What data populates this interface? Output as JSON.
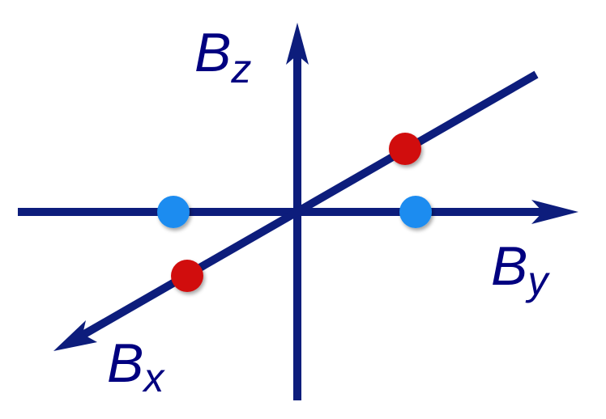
{
  "diagram": {
    "colors": {
      "axis": "#0d1d7c",
      "label": "#000080",
      "red_dot": "#d10a0a",
      "blue_dot": "#1e8cf0"
    },
    "axes": {
      "z": {
        "symbol": "B",
        "subscript": "z"
      },
      "y": {
        "symbol": "B",
        "subscript": "y"
      },
      "x": {
        "symbol": "B",
        "subscript": "x"
      }
    },
    "points": {
      "red": [
        "red-dot-upper",
        "red-dot-lower"
      ],
      "blue": [
        "blue-dot-left",
        "blue-dot-right"
      ]
    }
  }
}
